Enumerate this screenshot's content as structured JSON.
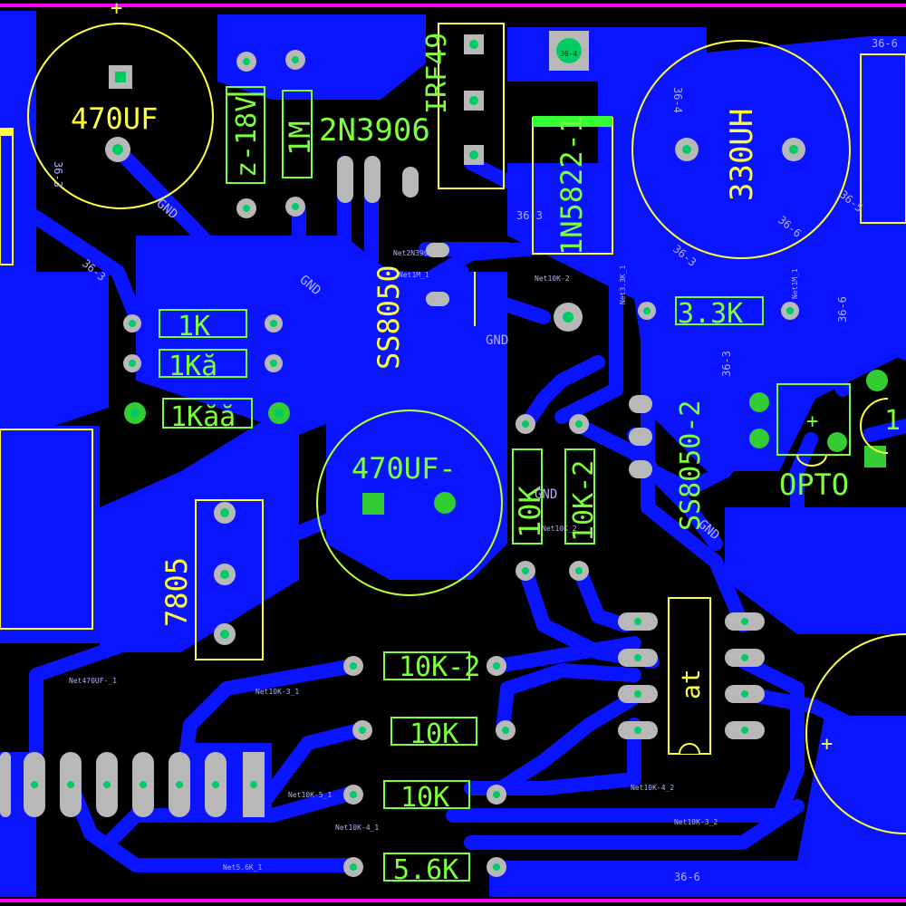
{
  "colors": {
    "background": "#000000",
    "copper": "#0a14ff",
    "pad": "#b8b8b8",
    "via": "#00cc66",
    "silkscreen_yellow": "#ffff3c",
    "silkscreen_green": "#7cff3c",
    "net_label": "#b0b0ff",
    "board_edge": "#ff00ff"
  },
  "components": {
    "cap_470uf_top": "470UF",
    "zener": "z-18V",
    "res_1m": "1M",
    "q_2n3906": "2N3906",
    "mosfet_irf": "IRF49",
    "ic_36_4": "36-4",
    "diode": "1N5822-1",
    "inductor": "330UH",
    "q_ss8050": "SS8050",
    "res_1k_a": "1K",
    "res_1k_b": "1Kă",
    "res_1k_c": "1Kăă",
    "res_3_3k": "3.3K",
    "q_ss8050_2": "SS8050-2",
    "opto": "OPTO",
    "cap_470uf_mid": "470UF-",
    "res_10k_v1": "10K",
    "res_10k_v2": "10K-2",
    "regulator": "7805",
    "res_10k_2": "10K-2",
    "res_10k_b": "10K",
    "res_10k_c": "10K",
    "res_5_6k": "5.6K",
    "ic_at": "at",
    "partial_label": "1("
  },
  "net_labels": {
    "gnd1": "GND",
    "gnd2": "GND",
    "gnd3": "GND",
    "gnd4": "GND",
    "gnd5": "GND",
    "n36_3a": "36-3",
    "n36_3b": "36-3",
    "n36_3c": "36-3",
    "n36_3d": "36-3",
    "n36_3e": "36-3",
    "n36_6a": "36-6",
    "n36_6b": "36-6",
    "n36_6c": "36-6",
    "n36_6d": "36-6",
    "n36_5": "36-5",
    "n36_4": "36-4",
    "net470": "Net470UF-_1",
    "net10k3_1": "Net10K-3_1",
    "net10k5_1": "Net10K-5_1",
    "net10k4_1": "Net10K-4_1",
    "net56k": "Net5.6K_1",
    "net10k4_2": "Net10K-4_2",
    "net10k3_2": "Net10K-3_2",
    "net10k2": "Net10K-2",
    "net10k_2": "Net10K_2",
    "net1m": "Net1M_1",
    "net1m_b": "Net1M_1",
    "net2n": "Net2N390",
    "net33k": "Net3.3K_1"
  },
  "plus_marks": {
    "top": "+",
    "right": "+",
    "inductor_pin": "+"
  }
}
